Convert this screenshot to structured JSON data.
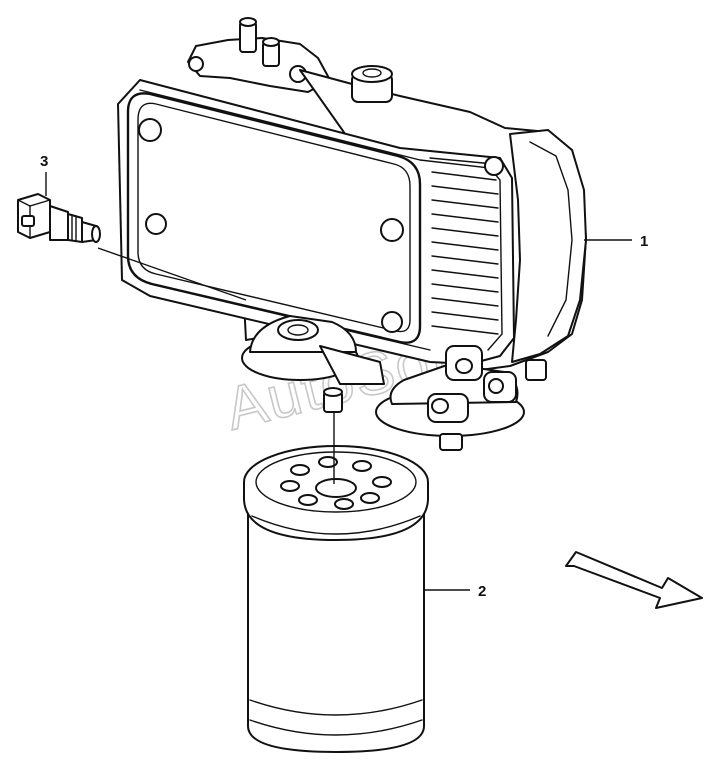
{
  "callouts": [
    {
      "id": "1",
      "label": "1"
    },
    {
      "id": "2",
      "label": "2"
    },
    {
      "id": "3",
      "label": "3"
    }
  ],
  "watermark": "AutoSoft",
  "colors": {
    "line": "#111111",
    "watermark": "#c8c8c8",
    "background": "#ffffff"
  },
  "icons": {
    "direction": "arrow-right-down-icon"
  }
}
